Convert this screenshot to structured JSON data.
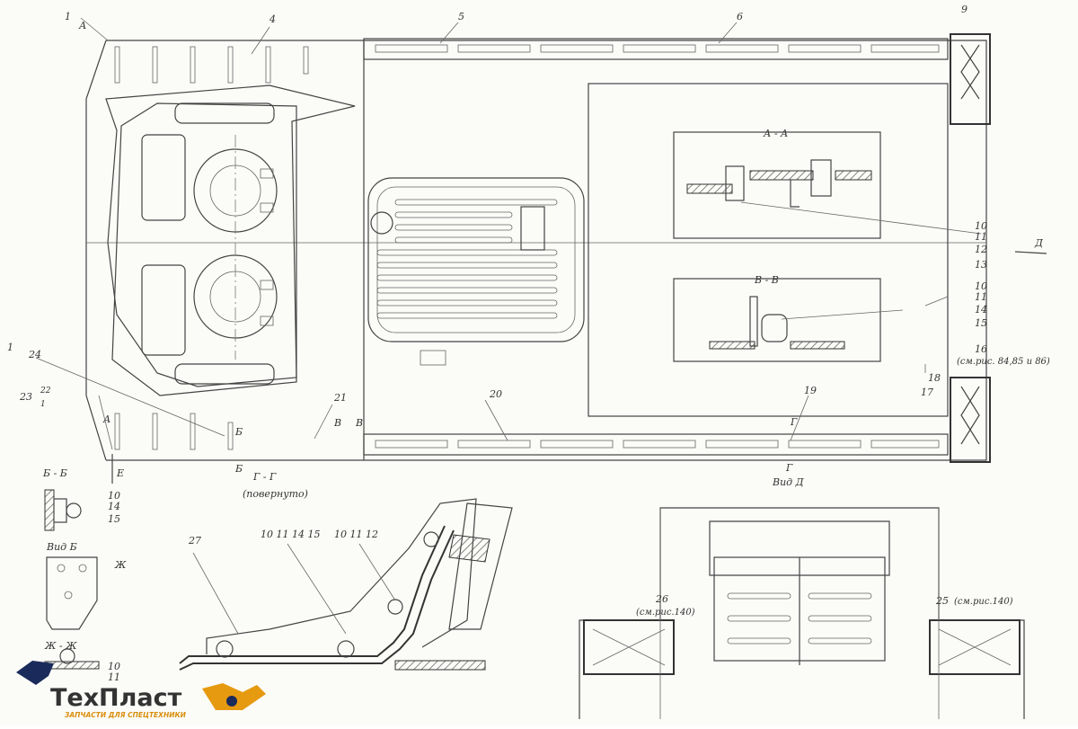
{
  "labels": {
    "l1": "1",
    "l4": "4",
    "l5": "5",
    "l6": "6",
    "l9": "9",
    "l18": "18",
    "l19": "19",
    "l20": "20",
    "l21": "21",
    "l23": "23",
    "l24": "24",
    "l27": "27",
    "l10": "10",
    "l11": "11",
    "l12": "12",
    "l13": "13",
    "l14": "14",
    "l15": "15",
    "l16": "16",
    "l17": "17",
    "l22": "22",
    "c10_11_14_15": "10 11 14 15",
    "c10_11_12": "10 11 12",
    "l25": "25",
    "l26": "26"
  },
  "notes": {
    "see_84_86": "(см.рис. 84,85 и 86)",
    "see_140_a": "(см.рис.140)",
    "see_140_b": "(см.рис.140)",
    "rotated": "(повернуто)"
  },
  "sections": {
    "aa": "А - А",
    "vv": "В - В",
    "bb": "Б - Б",
    "gg": "Г - Г",
    "view_b": "Вид Б",
    "zh_zh": "Ж - Ж",
    "view_d": "Вид Д"
  },
  "markers": {
    "a_top": "А",
    "a_bottom": "А",
    "b1": "Б",
    "b2": "Б",
    "v1": "В",
    "v2": "В",
    "g1": "Г",
    "g2": "Г",
    "d_arrow": "Д",
    "e_arrow": "Е",
    "zh": "Ж"
  },
  "logo": {
    "brand_left": "Тех",
    "brand_right": "Пласт",
    "tagline": "ЗАПЧАСТИ ДЛЯ СПЕЦТЕХНИКИ",
    "accent": "#e69a10",
    "text_color": "#1a2a5a"
  }
}
